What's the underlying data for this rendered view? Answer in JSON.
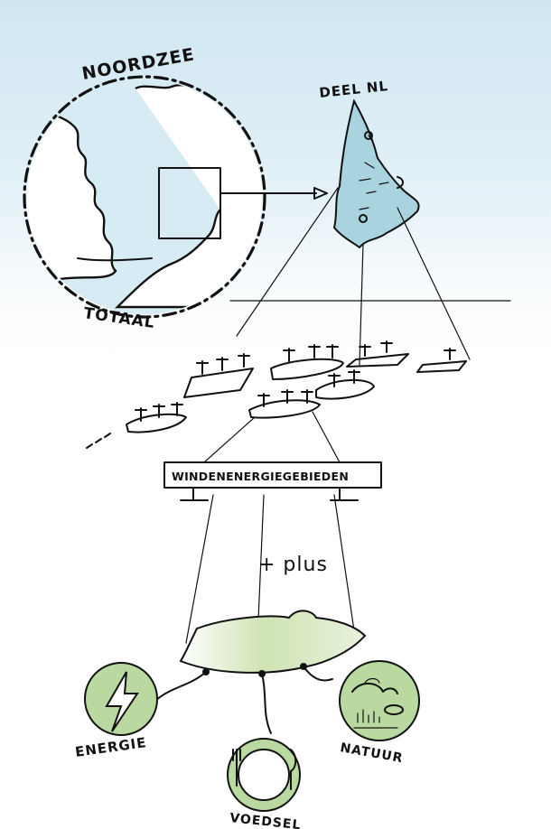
{
  "labels": {
    "noordzee": "NOORDZEE",
    "totaal": "TOTAAL",
    "deel_nl": "DEEL NL",
    "windenergiegebieden": "WINDENENERGIEGEBIEDEN",
    "plus": "+ plus",
    "energie": "ENERGIE",
    "voedsel": "VOEDSEL",
    "natuur": "NATUUR"
  },
  "colors": {
    "sky_top": "#cfe6f1",
    "sea_blue": "#d9edf6",
    "region_fill": "#a9d3df",
    "green_fill": "#cfe3b4",
    "icon_green": "#b9d9a0",
    "ink": "#111111"
  }
}
